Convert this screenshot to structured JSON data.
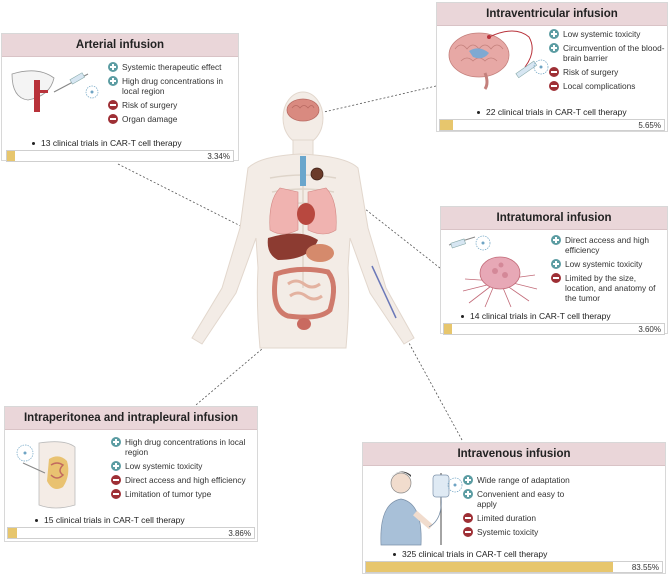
{
  "panels": {
    "arterial": {
      "title": "Arterial infusion",
      "items": [
        {
          "type": "plus",
          "text": "Systemic therapeutic effect"
        },
        {
          "type": "plus",
          "text": "High drug concentrations in local region"
        },
        {
          "type": "minus",
          "text": "Risk of surgery"
        },
        {
          "type": "minus",
          "text": "Organ damage"
        }
      ],
      "trials": "13 clinical trials in CAR-T cell therapy",
      "percent_label": "3.34%",
      "percent": 3.34
    },
    "intraventricular": {
      "title": "Intraventricular infusion",
      "items": [
        {
          "type": "plus",
          "text": "Low  systemic toxicity"
        },
        {
          "type": "plus",
          "text": "Circumvention of the blood-brain barrier"
        },
        {
          "type": "minus",
          "text": "Risk of surgery"
        },
        {
          "type": "minus",
          "text": "Local complications"
        }
      ],
      "trials": "22 clinical trials in CAR-T cell therapy",
      "percent_label": "5.65%",
      "percent": 5.65
    },
    "intratumoral": {
      "title": "Intratumoral infusion",
      "items": [
        {
          "type": "plus",
          "text": "Direct access and high efficiency"
        },
        {
          "type": "plus",
          "text": "Low  systemic toxicity"
        },
        {
          "type": "minus",
          "text": "Limited by the size, location, and anatomy of the tumor"
        }
      ],
      "trials": "14 clinical trials in CAR-T cell therapy",
      "percent_label": "3.60%",
      "percent": 3.6
    },
    "intraperitoneal": {
      "title": "Intraperitonea and intrapleural infusion",
      "items": [
        {
          "type": "plus",
          "text": "High drug concentrations in local region"
        },
        {
          "type": "plus",
          "text": "Low  systemic toxicity"
        },
        {
          "type": "minus",
          "text": "Direct access and high efficiency"
        },
        {
          "type": "minus",
          "text": "Limitation of tumor type"
        }
      ],
      "trials": "15 clinical trials in CAR-T cell therapy",
      "percent_label": "3.86%",
      "percent": 3.86
    },
    "intravenous": {
      "title": "Intravenous infusion",
      "items": [
        {
          "type": "plus",
          "text": "Wide range of adaptation"
        },
        {
          "type": "plus",
          "text": "Convenient and easy to apply"
        },
        {
          "type": "minus",
          "text": "Limited duration"
        },
        {
          "type": "minus",
          "text": "Systemic toxicity"
        }
      ],
      "trials": "325 clinical trials in CAR-T cell therapy",
      "percent_label": "83.55%",
      "percent": 83.55
    }
  },
  "colors": {
    "header": "#ead6d9",
    "plus": "#5b9ca2",
    "minus": "#9e2f35",
    "bar": "#e7c66d",
    "organ": "#c26a5f"
  }
}
